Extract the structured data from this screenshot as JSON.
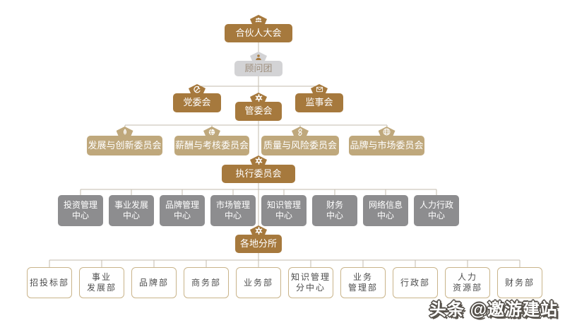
{
  "nodes": {
    "partners": {
      "label": "合伙人大会",
      "icon": "people-group-icon"
    },
    "advisors": {
      "label": "顾问团",
      "icon": "person-icon"
    },
    "party": {
      "label": "党委会",
      "icon": "party-emblem-icon"
    },
    "management": {
      "label": "管委会",
      "icon": "gear-icon"
    },
    "supervisors": {
      "label": "监事会",
      "icon": "envelope-icon"
    },
    "committees": [
      {
        "label": "发展与创新委员会",
        "icon": "leaf-icon"
      },
      {
        "label": "薪酬与考核委员会",
        "icon": "sphere-icon"
      },
      {
        "label": "质量与风险委员会",
        "icon": "link-icon"
      },
      {
        "label": "品牌与市场委员会",
        "icon": "globe-icon"
      }
    ],
    "executive": {
      "label": "执行委员会",
      "icon": "gear-icon"
    },
    "centers": [
      {
        "line1": "投资管理",
        "line2": "中心"
      },
      {
        "line1": "事业发展",
        "line2": "中心"
      },
      {
        "line1": "品牌管理",
        "line2": "中心"
      },
      {
        "line1": "市场管理",
        "line2": "中心"
      },
      {
        "line1": "知识管理",
        "line2": "中心"
      },
      {
        "line1": "财务",
        "line2": "中心"
      },
      {
        "line1": "网络信息",
        "line2": "中心"
      },
      {
        "line1": "人力行政",
        "line2": "中心"
      }
    ],
    "branches": {
      "label": "各地分所",
      "icon": "gear-icon"
    },
    "departments": [
      {
        "line1": "招投标部",
        "line2": ""
      },
      {
        "line1": "事业",
        "line2": "发展部"
      },
      {
        "line1": "品牌部",
        "line2": ""
      },
      {
        "line1": "商务部",
        "line2": ""
      },
      {
        "line1": "业务部",
        "line2": ""
      },
      {
        "line1": "知识管理",
        "line2": "分中心"
      },
      {
        "line1": "业务",
        "line2": "管理部"
      },
      {
        "line1": "行政部",
        "line2": ""
      },
      {
        "line1": "人力",
        "line2": "资源部"
      },
      {
        "line1": "财务部",
        "line2": ""
      }
    ]
  },
  "watermark": {
    "text": "头条 @邀游建站"
  },
  "colors": {
    "brown": "#a6793d",
    "tan": "#bfa87c",
    "gray_advisor": "#d3d3d5",
    "gray_center": "#8d8d8f",
    "dept_border": "#c9b48a",
    "connector": "#c3bbae",
    "advisor_text": "#9d8d7b"
  }
}
